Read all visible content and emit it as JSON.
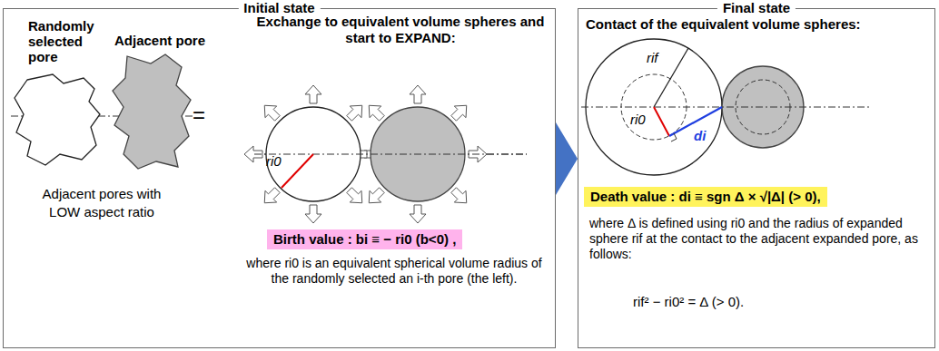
{
  "diagram": {
    "nodes": [
      {
        "text": [
          "Initial state",
          "Randomly selected pore",
          "Adjacent pore",
          "Exchange to equivalent volume spheres and start to EXPAND:",
          "Adjacent pores with LOW aspect ratio",
          "where ri0 is an equivalent spherical volume radius of the randomly selected an i-th pore (the left)."
        ]
      },
      {
        "text": [
          "Birth value : bi ≡ − ri0 (b<0) ,"
        ],
        "in": 0
      },
      {
        "text": [
          "Final state",
          "Contact of the equivalent volume spheres:",
          "where Δ is defined using ri0 and the radius of expanded sphere rif at the contact to the adjacent expanded pore, as follows:",
          "rif² − ri0² = Δ (> 0)."
        ]
      },
      {
        "text": [
          "Death value : di ≡ sgn Δ × √|Δ| (> 0),"
        ],
        "in": 2
      }
    ],
    "edges": [
      {
        "from": 0,
        "to": 2,
        "arrow": "to"
      }
    ],
    "labels": [
      "=",
      "ri0",
      "rif",
      "ri0",
      "di"
    ]
  }
}
